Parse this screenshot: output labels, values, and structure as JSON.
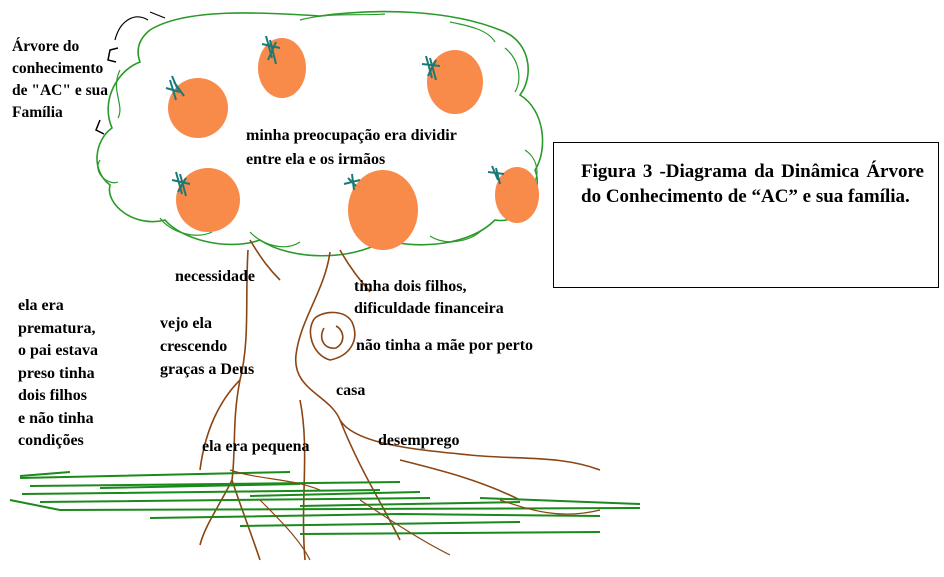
{
  "title_lines": [
    "Árvore do",
    "conhecimento",
    "de \"AC\" e sua",
    "Família"
  ],
  "crown_note_lines": [
    "minha preocupação era  dividir",
    "entre ela e os irmãos"
  ],
  "caption": "Figura 3 -Diagrama da Dinâmica Árvore do Conhecimento de “AC” e sua família.",
  "labels": {
    "necessidade": "necessidade",
    "filhos_lines": [
      "tinha dois filhos,",
      "dificuldade financeira"
    ],
    "mae": "não tinha a mãe por  perto",
    "casa": "casa",
    "desemprego": "desemprego",
    "pequena": "ela era pequena",
    "vejo_lines": [
      "vejo ela",
      "crescendo",
      "graças a Deus"
    ],
    "prematura_lines": [
      "ela era",
      "prematura,",
      "o pai estava",
      "preso tinha",
      "dois filhos",
      "e não tinha",
      "condições"
    ]
  },
  "colors": {
    "crown": "#2a9a2a",
    "fruit": "#f88a4a",
    "leaf": "#1a7a78",
    "trunk": "#8b4513",
    "grass": "#1a8a1a"
  }
}
